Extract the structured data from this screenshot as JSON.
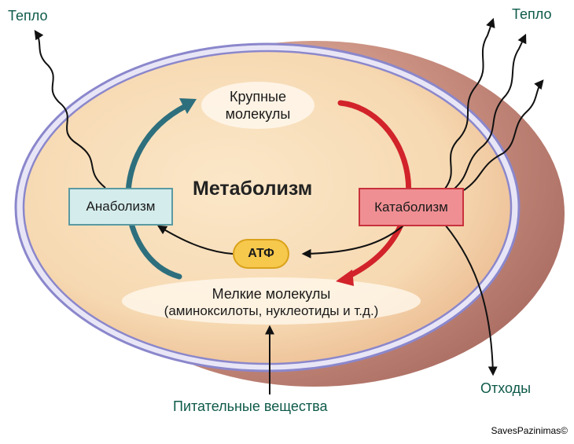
{
  "labels": {
    "heat_left": "Тепло",
    "heat_right": "Тепло",
    "large_molecules_line1": "Крупные",
    "large_molecules_line2": "молекулы",
    "metabolism": "Метаболизм",
    "anabolism": "Анаболизм",
    "catabolism": "Катаболизм",
    "atp": "АТФ",
    "small_molecules_line1": "Мелкие молекулы",
    "small_molecules_line2": "(аминоксилоты, нуклеотиды и т.д.)",
    "waste": "Отходы",
    "nutrients": "Питательные вещества",
    "credit": "SavesPazinimas©"
  },
  "colors": {
    "cell_fill": "#f6d9b2",
    "membrane": "#8b87cc",
    "anabolism_arrow": "#2e6f7d",
    "catabolism_arrow": "#d2232a",
    "label_text": "#0e5a4a",
    "atp_fill": "#f6c84c"
  }
}
